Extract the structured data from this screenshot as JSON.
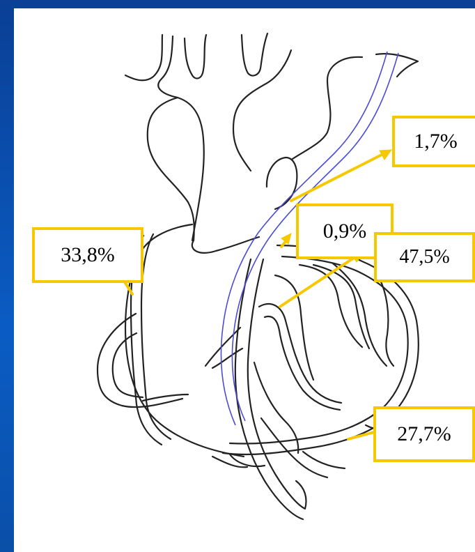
{
  "colors": {
    "border": "#0a4fa8",
    "panel": "#ffffff",
    "outline": "#222222",
    "catheter": "#4b4bd8",
    "accent": "#f5c800",
    "text": "#000000"
  },
  "labels": {
    "l1": "1,7%",
    "l2": "0,9%",
    "l3": "33,8%",
    "l4": "47,5%",
    "l5": "27,7%"
  }
}
